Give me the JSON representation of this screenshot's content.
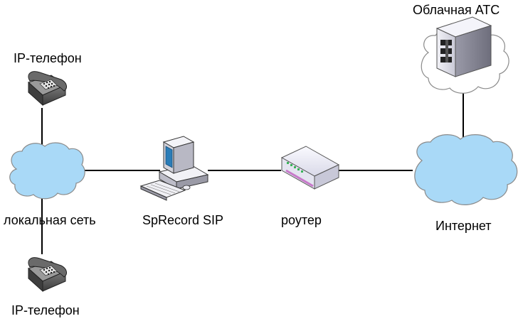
{
  "labels": {
    "phone_top": "IP-телефон",
    "phone_bottom": "IP-телефон",
    "local_network": "локальная сеть",
    "recorder": "SpRecord SIP",
    "router": "роутер",
    "internet": "Интернет",
    "cloud_pbx": "Облачная АТС"
  },
  "colors": {
    "cloud_fill": "#a9d9f7",
    "cloud_fill_white": "#ffffff",
    "line": "#000000",
    "phone_body": "#5c5c5c",
    "monitor_screen": "#2a7db8",
    "router_body": "#ebebf7",
    "router_led": "#3bb35a",
    "router_stripe": "#c779c9",
    "server_body": "#e7e7ee"
  },
  "icons": [
    "ip-phone-icon",
    "cloud-icon",
    "workstation-icon",
    "router-icon",
    "server-icon"
  ]
}
